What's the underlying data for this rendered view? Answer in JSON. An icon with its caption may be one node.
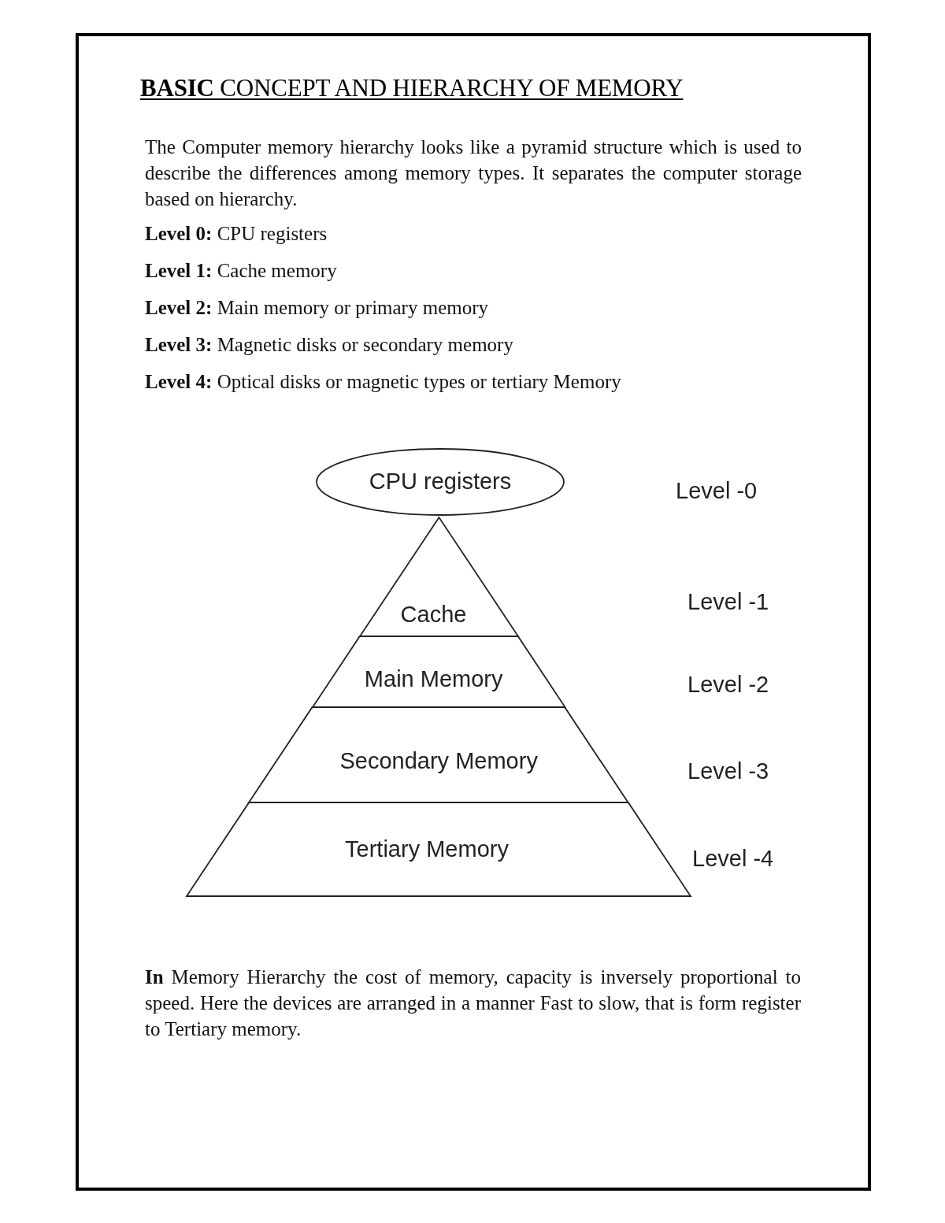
{
  "diagram": {
    "title": "**BASIC** CONCEPT AND HIERARCHY OF MEMORY",
    "nodes": [
      {
        "text": [
          "CPU registers"
        ]
      },
      {
        "text": [
          "Cache"
        ]
      },
      {
        "text": [
          "Main Memory"
        ]
      },
      {
        "text": [
          "Secondary Memory"
        ]
      },
      {
        "text": [
          "Tertiary Memory"
        ]
      }
    ],
    "labels": [
      "The Computer memory hierarchy looks like a pyramid structure which is used to describe the differences among memory types. It separates the computer storage based on hierarchy.",
      "**Level 0:** CPU registers",
      "**Level 1:** Cache memory",
      "**Level 2:** Main memory or primary memory",
      "**Level 3:** Magnetic disks or secondary memory",
      "**Level 4:** Optical disks or magnetic types or tertiary Memory",
      "Level -0",
      "Level -1",
      "Level -2",
      "Level -3",
      "Level -4",
      "**In** Memory Hierarchy the cost of memory, capacity is inversely proportional to speed. Here the devices are arranged in a manner Fast to slow, that is form register to Tertiary memory."
    ]
  }
}
